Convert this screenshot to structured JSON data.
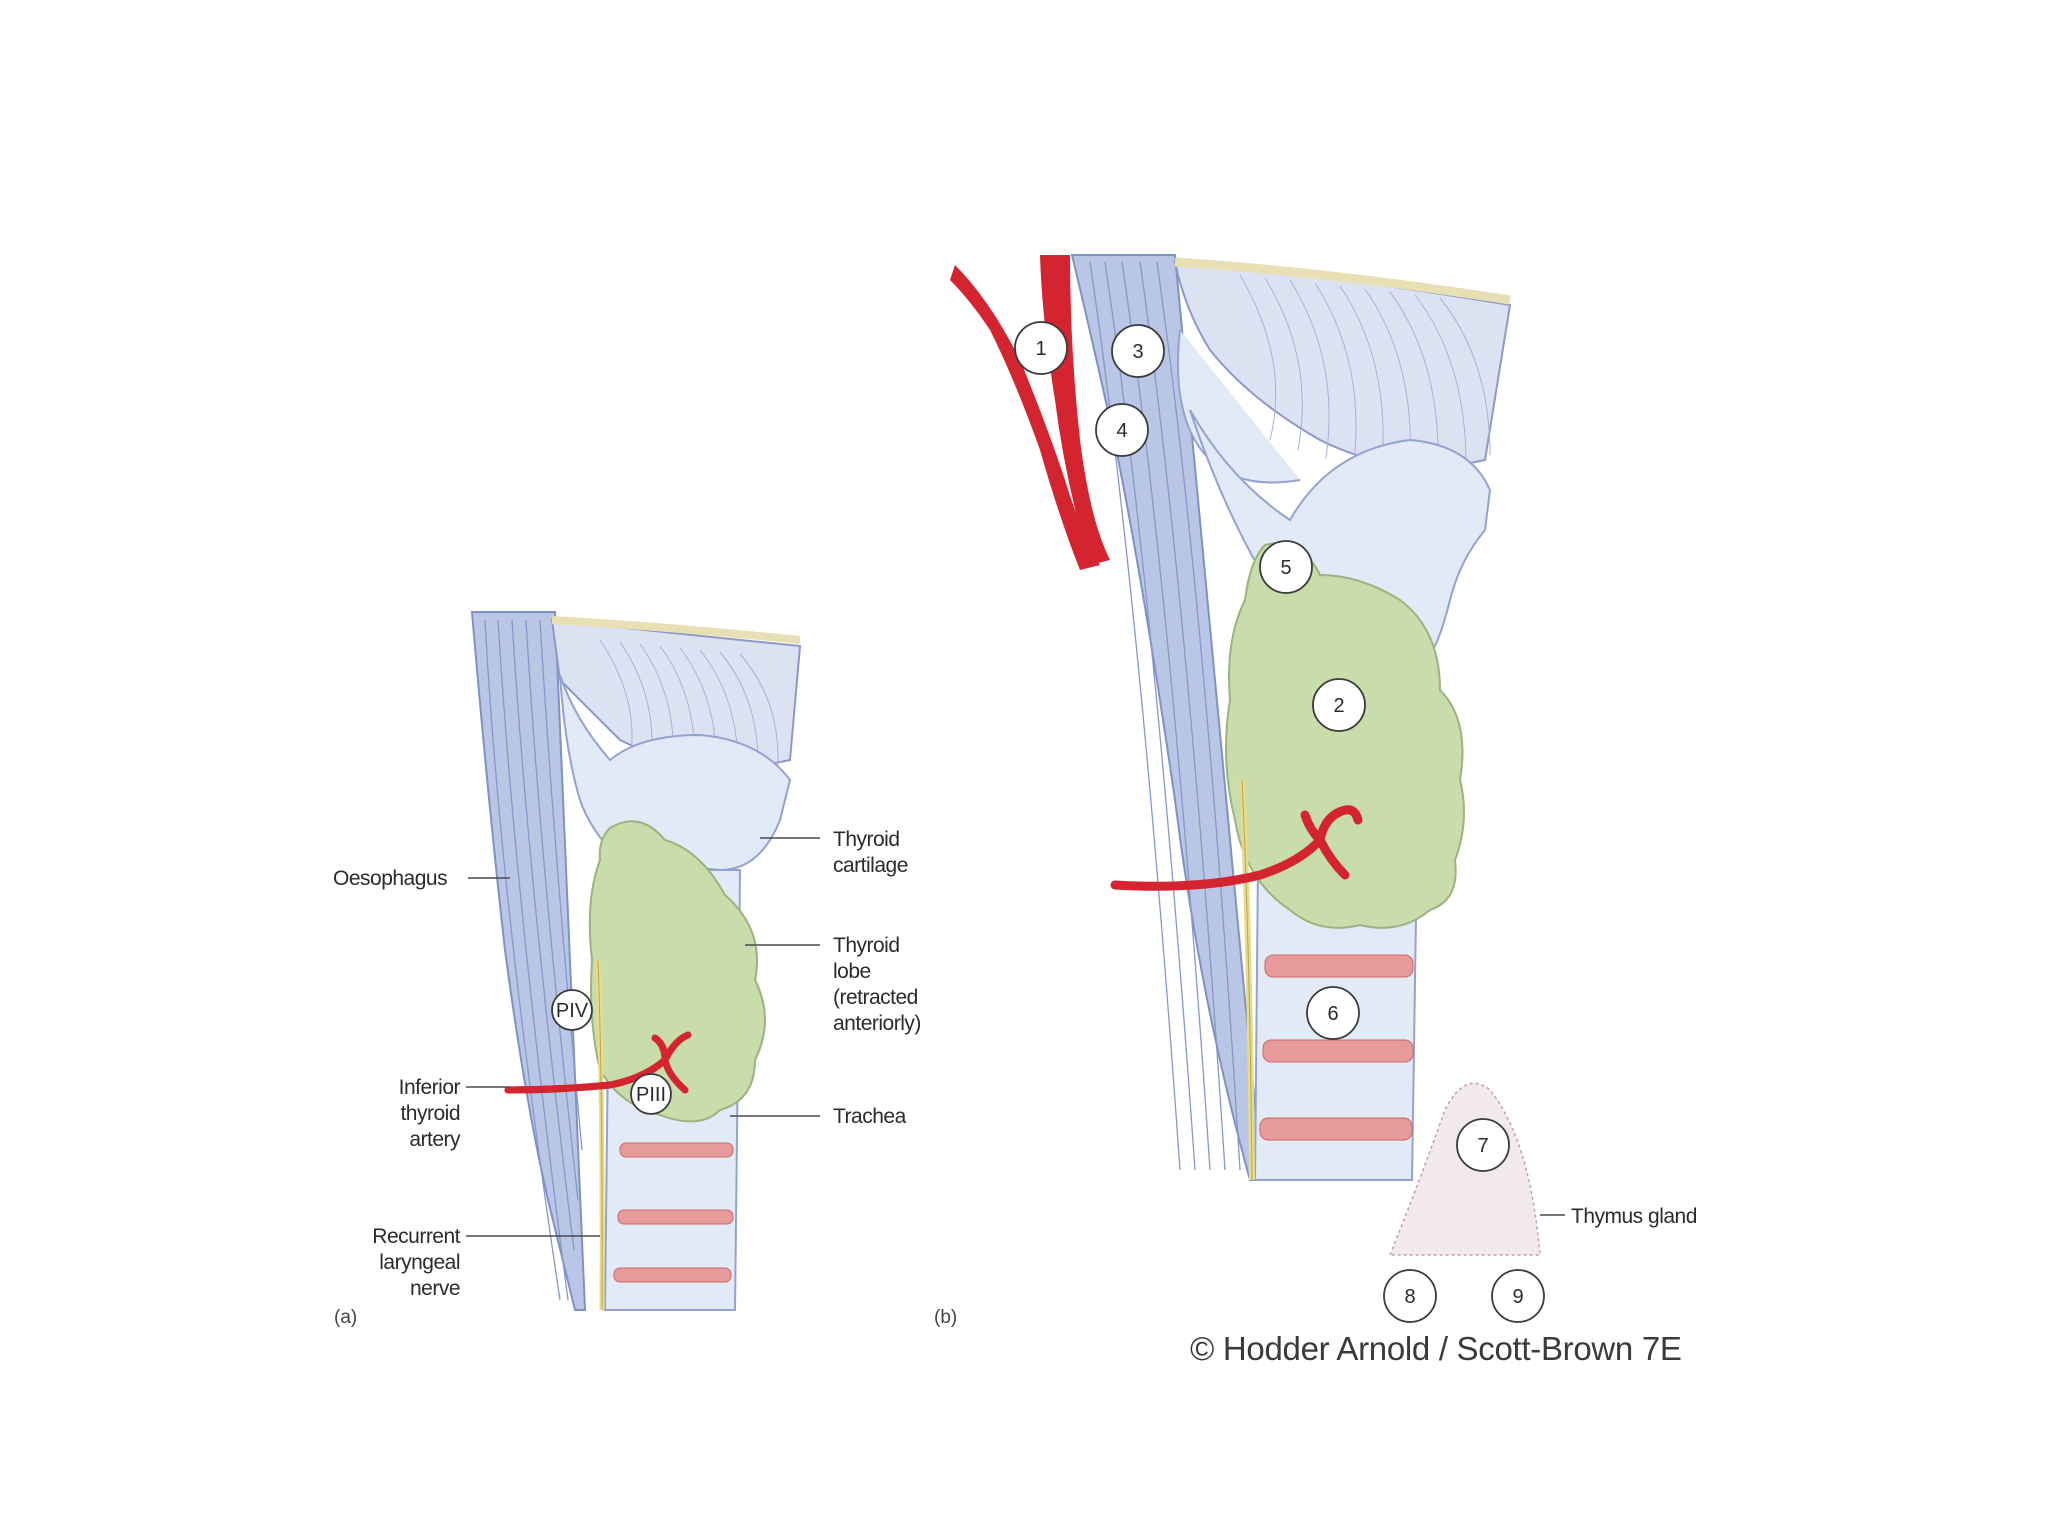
{
  "panel_a": {
    "panel_label": "(a)",
    "labels": {
      "oesophagus": "Oesophagus",
      "thyroid_cartilage": [
        "Thyroid",
        "cartilage"
      ],
      "thyroid_lobe": [
        "Thyroid",
        "lobe",
        "(retracted",
        "anteriorly)"
      ],
      "inferior_thyroid_artery": [
        "Inferior",
        "thyroid",
        "artery"
      ],
      "trachea": "Trachea",
      "recurrent_laryngeal_nerve": [
        "Recurrent",
        "laryngeal",
        "nerve"
      ]
    },
    "markers": [
      "PIV",
      "PIII"
    ]
  },
  "panel_b": {
    "panel_label": "(b)",
    "markers": [
      "1",
      "2",
      "3",
      "4",
      "5",
      "6",
      "7",
      "8",
      "9"
    ],
    "labels": {
      "thymus_gland": "Thymus gland"
    }
  },
  "copyright": "© Hodder Arnold / Scott-Brown 7E",
  "colors": {
    "muscle": "#b9c6e6",
    "muscle_stroke": "#7f92c4",
    "cartilage": "#e3eaf7",
    "thyroid": "#c9dcac",
    "thyroid_stroke": "#9bb37d",
    "artery": "#d42430",
    "trachea_ring": "#e79a9a",
    "nerve": "#e8dc8a",
    "thymus": "#f2e9ee"
  }
}
